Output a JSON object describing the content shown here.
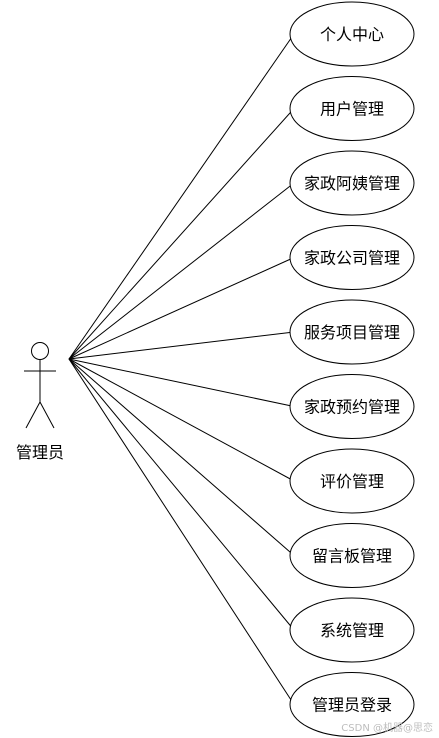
{
  "actor": {
    "label": "管理员"
  },
  "use_cases": [
    {
      "label": "个人中心"
    },
    {
      "label": "用户管理"
    },
    {
      "label": "家政阿姨管理"
    },
    {
      "label": "家政公司管理"
    },
    {
      "label": "服务项目管理"
    },
    {
      "label": "家政预约管理"
    },
    {
      "label": "评价管理"
    },
    {
      "label": "留言板管理"
    },
    {
      "label": "系统管理"
    },
    {
      "label": "管理员登录"
    }
  ],
  "watermark": "CSDN @机器@思恋"
}
